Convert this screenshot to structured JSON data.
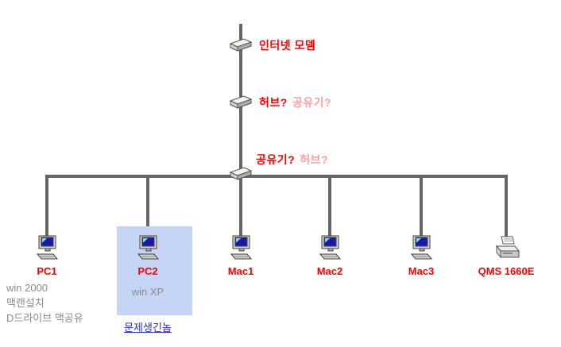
{
  "diagram": {
    "internet_modem": {
      "label": "인터넷  모뎀"
    },
    "hub_node": {
      "primary": "허브?",
      "secondary": "공유기?"
    },
    "router_node": {
      "primary": "공유기?",
      "secondary": "허브?"
    },
    "devices": [
      {
        "name": "PC1",
        "icon": "computer-icon",
        "notes": [
          "win 2000",
          "맥랜설치",
          "D드라이브 맥공유"
        ]
      },
      {
        "name": "PC2",
        "icon": "computer-icon",
        "os": "win XP",
        "highlighted": true,
        "caption": "문제생긴놈"
      },
      {
        "name": "Mac1",
        "icon": "computer-icon"
      },
      {
        "name": "Mac2",
        "icon": "computer-icon"
      },
      {
        "name": "Mac3",
        "icon": "computer-icon"
      },
      {
        "name": "QMS 1660E",
        "icon": "printer-icon"
      }
    ],
    "colors": {
      "label": "#ff0000",
      "faded": "#ff9f9f",
      "note": "#8a8a8a",
      "caption": "#2b2bd5",
      "highlight": "#c6d4f6",
      "line": "#666666"
    }
  }
}
